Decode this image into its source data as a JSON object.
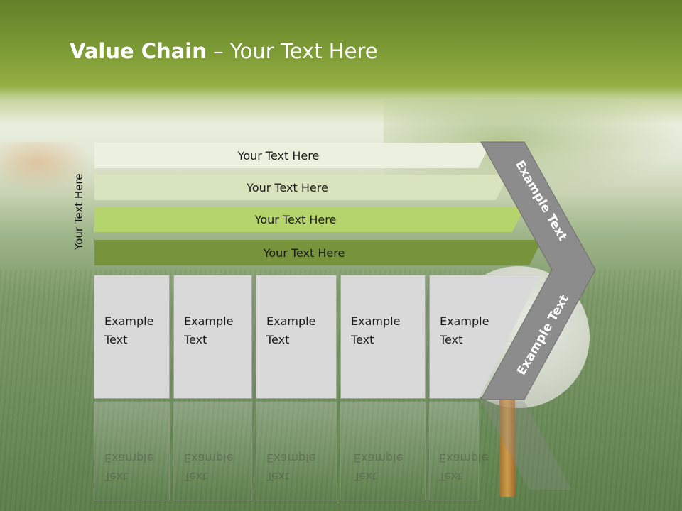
{
  "title": {
    "bold": "Value Chain",
    "rest": " – Your Text Here"
  },
  "side_label": "Your Text Here",
  "layers": [
    {
      "label": "Your Text Here",
      "color": "#ebf1de"
    },
    {
      "label": "Your Text Here",
      "color": "#d7e4bd"
    },
    {
      "label": "Your Text Here",
      "color": "#b6d46c"
    },
    {
      "label": "Your Text Here",
      "color": "#77933c"
    }
  ],
  "columns": [
    {
      "line1": "Example",
      "line2": "Text"
    },
    {
      "line1": "Example",
      "line2": "Text"
    },
    {
      "line1": "Example",
      "line2": "Text"
    },
    {
      "line1": "Example",
      "line2": "Text"
    },
    {
      "line1": "Example",
      "line2": "Text"
    }
  ],
  "chevron": {
    "upper_label": "Example Text",
    "lower_label": "Example Text",
    "color": "#8c8c8c"
  }
}
